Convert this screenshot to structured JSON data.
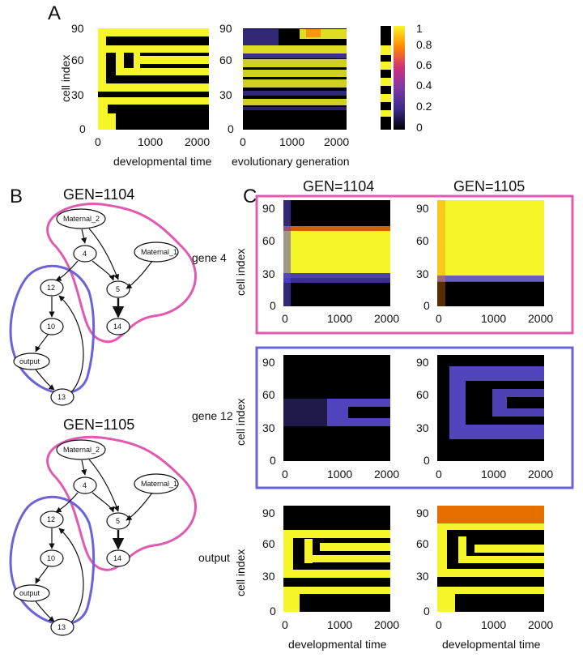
{
  "panels": {
    "A": "A",
    "B": "B",
    "C": "C"
  },
  "colorbar": {
    "ticks": [
      "1",
      "0.8",
      "0.6",
      "0.4",
      "0.2",
      "0"
    ],
    "colors": {
      "low": "#000000",
      "mid1": "#5a4bd1",
      "mid2": "#c0258a",
      "mid3": "#ff7a00",
      "high": "#f5f52a"
    }
  },
  "axes": {
    "cell_index": "cell index",
    "developmental_time": "developmental time",
    "evolutionary_generation": "evolutionary generation",
    "y_ticks": [
      "90",
      "60",
      "30",
      "0"
    ],
    "x_ticks_dev": [
      "0",
      "1000",
      "2000"
    ],
    "x_ticks_evo": [
      "0",
      "1000",
      "2000"
    ]
  },
  "graphs": [
    {
      "title": "GEN=1104",
      "nodes": {
        "maternal_2": "Maternal_2",
        "maternal_1": "Maternal_1",
        "n4": "4",
        "n5": "5",
        "n14": "14",
        "n12": "12",
        "n10": "10",
        "output": "output",
        "n13": "13"
      }
    },
    {
      "title": "GEN=1105",
      "nodes": {
        "maternal_2": "Maternal_2",
        "maternal_1": "Maternal_1",
        "n4": "4",
        "n5": "5",
        "n14": "14",
        "n12": "12",
        "n10": "10",
        "output": "output",
        "n13": "13"
      }
    }
  ],
  "C": {
    "col1": "GEN=1104",
    "col2": "GEN=1105",
    "row_labels": [
      "gene 4",
      "gene 12",
      "output"
    ]
  },
  "outlines": {
    "pink": "#e05bb0",
    "blue": "#6a64d8"
  }
}
